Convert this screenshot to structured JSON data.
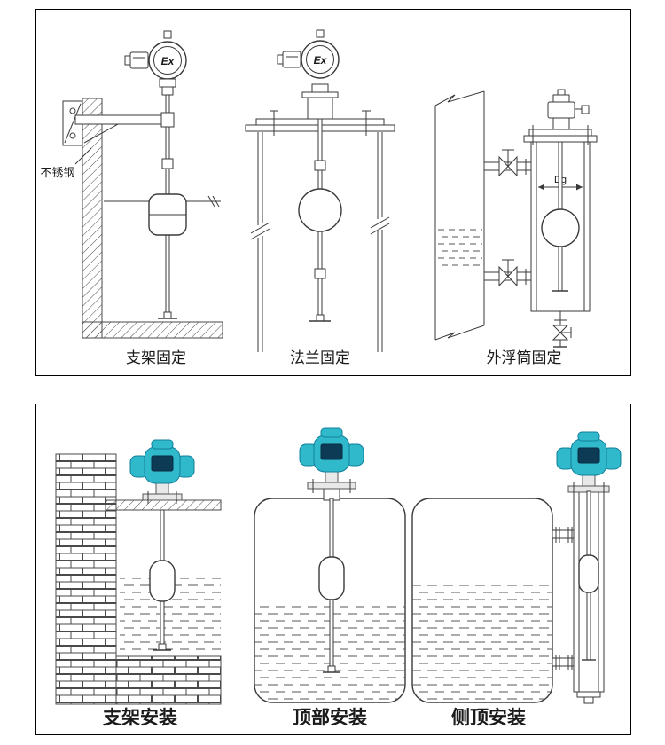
{
  "page": {
    "background": "#ffffff"
  },
  "colors": {
    "line": "#3a3a3a",
    "panel_border": "#000000",
    "transmitter_teal": "#2fb9cb",
    "transmitter_teal_dark": "#117f9b",
    "transmitter_screen": "#0d3a55",
    "flange_grey": "#e8e8e8"
  },
  "top_panel": {
    "diagram1": {
      "caption": "支架固定",
      "sensor_label": "Ex",
      "material_note": "不锈钢"
    },
    "diagram2": {
      "caption": "法兰固定",
      "sensor_label": "Ex"
    },
    "diagram3": {
      "caption": "外浮筒固定",
      "diameter_label": "Dg"
    }
  },
  "bottom_panel": {
    "diagram1": {
      "caption": "支架安装"
    },
    "diagram2": {
      "caption": "顶部安装"
    },
    "diagram3": {
      "caption": "侧顶安装"
    }
  }
}
